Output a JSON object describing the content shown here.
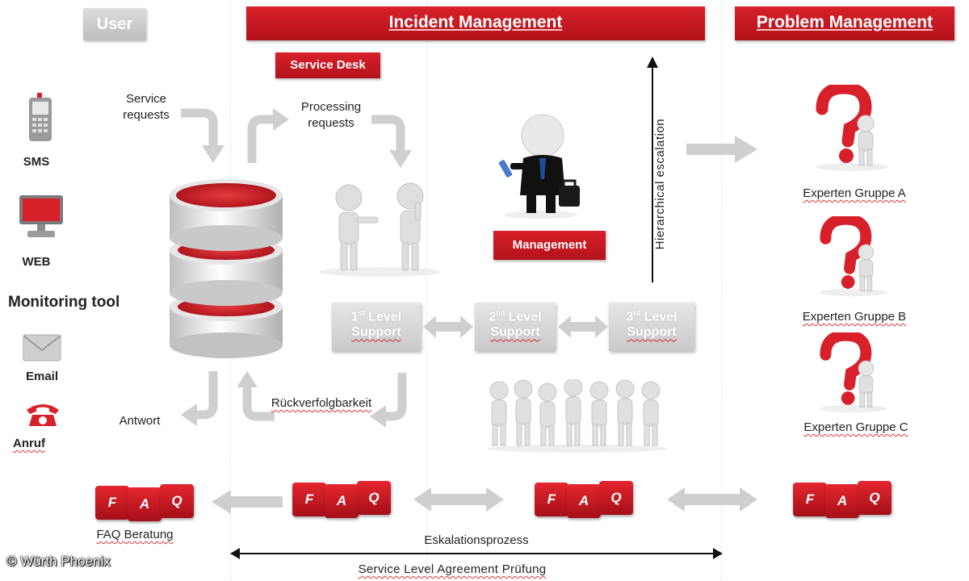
{
  "headers": {
    "user": "User",
    "incident": "Incident Management",
    "problem": "Problem Management"
  },
  "service_desk": "Service Desk",
  "management": "Management",
  "flow_labels": {
    "service_requests": "Service requests",
    "processing_requests": "Processing requests",
    "hierarchical_escalation": "Hierarchical escalation",
    "antwort": "Antwort",
    "rueckverfolgbarkeit": "Rückverfolgbarkeit",
    "eskalationsprozess": "Eskalationsprozess",
    "sla": "Service Level Agreement Prüfung",
    "faq_beratung": "FAQ Beratung"
  },
  "channels": [
    "SMS",
    "WEB",
    "Monitoring tool",
    "Email",
    "Anruf"
  ],
  "levels": [
    {
      "num": "1",
      "sup": "st",
      "word": "Level",
      "sub": "Support"
    },
    {
      "num": "2",
      "sup": "nd",
      "word": "Level",
      "sub": "Support"
    },
    {
      "num": "3",
      "sup": "rd",
      "word": "Level",
      "sub": "Support"
    }
  ],
  "experts": [
    "Experten Gruppe A",
    "Experten Gruppe B",
    "Experten Gruppe C"
  ],
  "faq_letters": [
    "F",
    "A",
    "Q"
  ],
  "copyright": "© Würth Phoenix",
  "colors": {
    "brand_red": "#c8161f",
    "arrow_gray": "#cfcfcf"
  }
}
